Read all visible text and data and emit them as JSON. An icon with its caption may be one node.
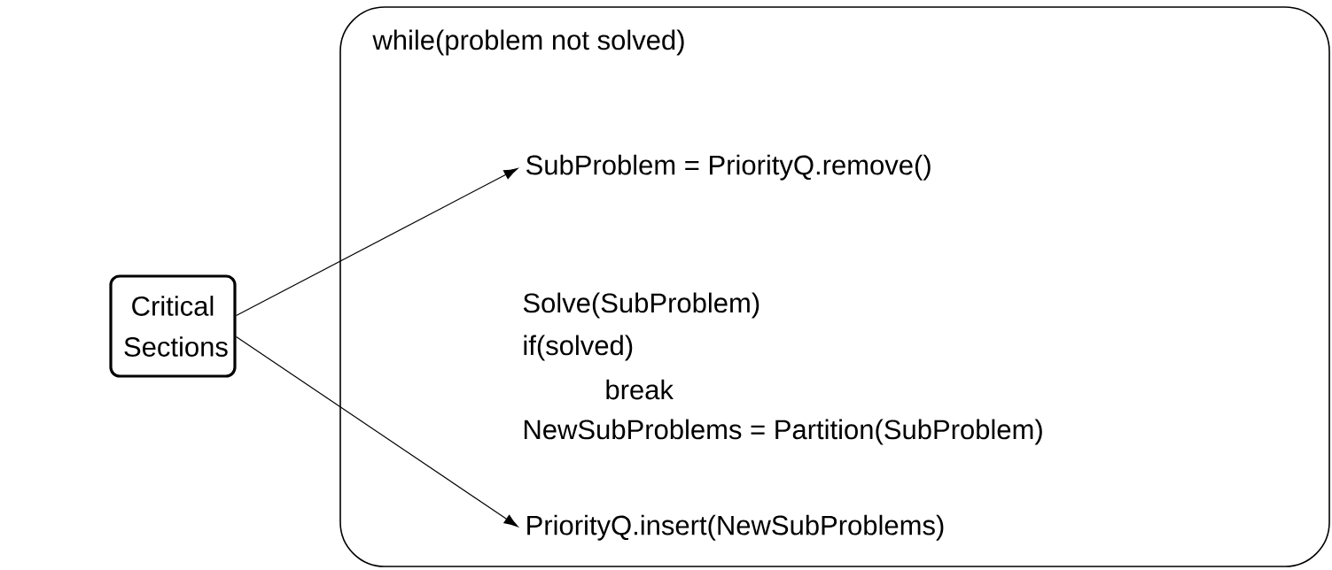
{
  "diagram": {
    "nodes": [
      {
        "text": [
          "Critical Sections"
        ]
      },
      {
        "text": [
          "while(problem not solved)",
          "Solve(SubProblem)",
          "if(solved)",
          "break",
          "NewSubProblems = Partition(SubProblem)"
        ]
      },
      {
        "text": [
          "SubProblem = PriorityQ.remove()"
        ],
        "in": 1
      },
      {
        "text": [
          "PriorityQ.insert(NewSubProblems)"
        ],
        "in": 1
      }
    ],
    "edges": [
      {
        "from": 0,
        "to": 2,
        "arrow": "to"
      },
      {
        "from": 0,
        "to": 3,
        "arrow": "to"
      }
    ]
  }
}
